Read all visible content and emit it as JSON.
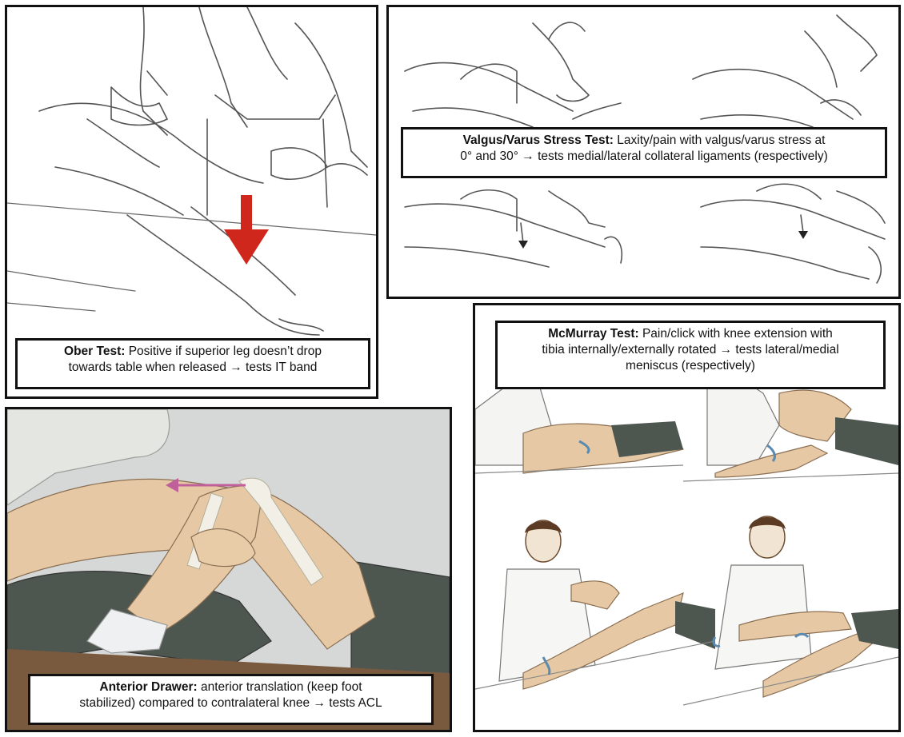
{
  "panels": {
    "ober": {
      "title": "Ober Test:",
      "line1": " Positive if superior leg doesn’t drop",
      "line2": "towards table when released → tests IT band",
      "arrow_color": "#d0271d"
    },
    "valgus": {
      "title": "Valgus/Varus Stress Test:",
      "line1": " Laxity/pain with valgus/varus stress at",
      "line2": "0° and 30° → tests medial/lateral collateral ligaments (respectively)"
    },
    "mcmurray": {
      "title": "McMurray Test:",
      "line1": " Pain/click with knee extension with",
      "line2": "tibia internally/externally rotated → tests lateral/medial",
      "line3": "meniscus (respectively)"
    },
    "drawer": {
      "title": "Anterior Drawer:",
      "line1": " anterior translation (keep foot",
      "line2": "stabilized) compared to contralateral knee → tests ACL",
      "arrow_color": "#c0609a"
    }
  },
  "colors": {
    "skin": "#e6c9a4",
    "shorts": "#4e5650",
    "shirt": "#d8dad6",
    "table": "#7a5a3e",
    "background_gray": "#d6d8d8"
  }
}
